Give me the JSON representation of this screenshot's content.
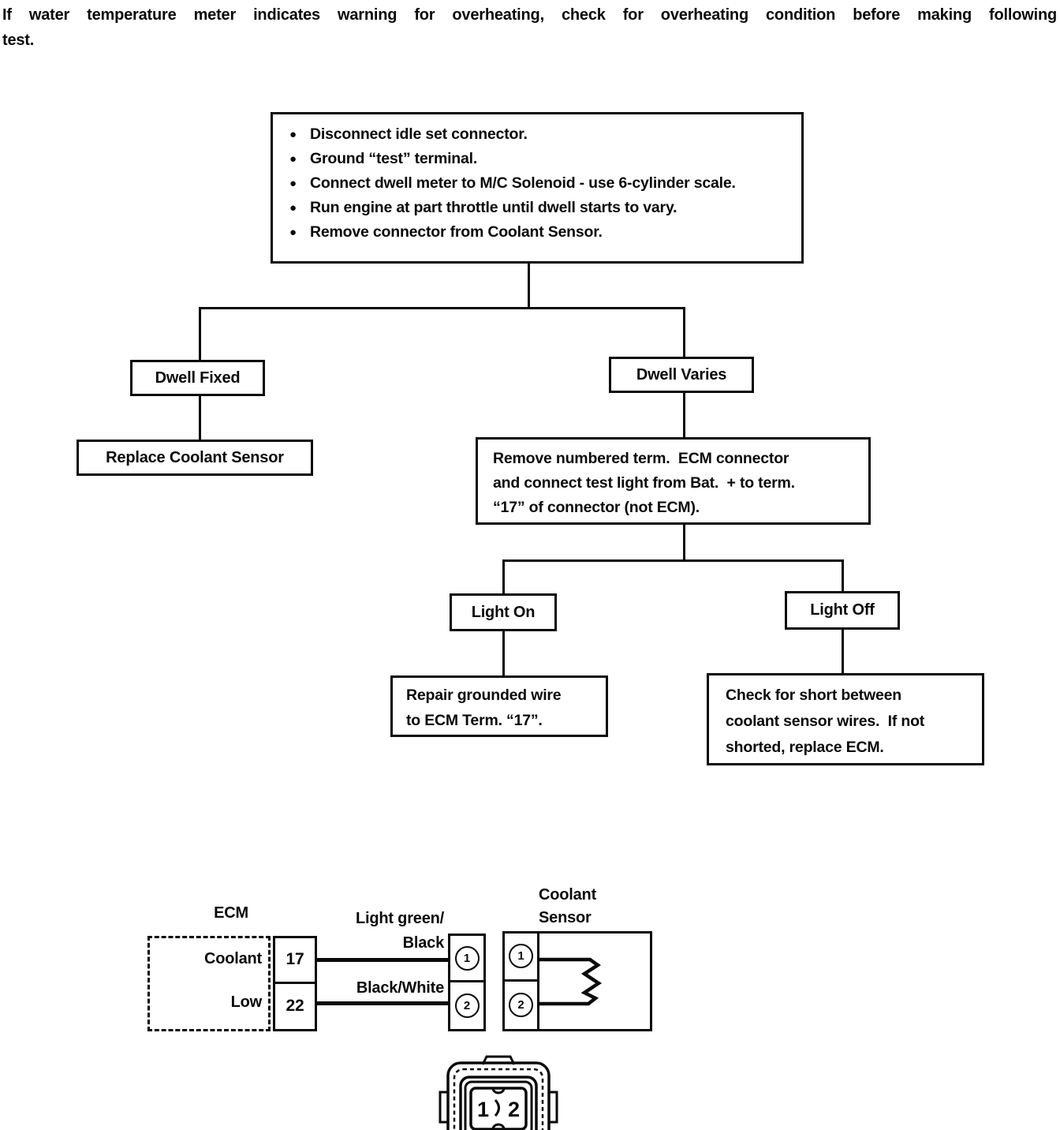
{
  "intro": {
    "line1": "If water temperature meter indicates warning for overheating, check for overheating condition before making following",
    "line2": "test."
  },
  "flowchart": {
    "bullet_icon": "●",
    "procedure_steps": [
      "Disconnect idle set connector.",
      "Ground “test” terminal.",
      "Connect dwell meter to M/C Solenoid - use 6-cylinder scale.",
      "Run engine at part throttle until dwell starts to vary.",
      "Remove connector from Coolant Sensor."
    ],
    "dwell_fixed": "Dwell Fixed",
    "dwell_varies": "Dwell Varies",
    "replace_sensor": "Replace Coolant Sensor",
    "remove_term_lines": [
      "Remove numbered term.  ECM connector",
      "and connect test light from Bat.  + to term.",
      "“17” of connector (not ECM)."
    ],
    "light_on": "Light On",
    "light_off": "Light Off",
    "repair_lines": [
      "Repair grounded wire",
      "to ECM Term. “17”."
    ],
    "check_lines": [
      "Check for short between",
      "coolant sensor wires.  If not",
      "shorted, replace ECM."
    ]
  },
  "wiring": {
    "ecm_label": "ECM",
    "sensor_label_lines": [
      "Coolant",
      "Sensor"
    ],
    "pin_coolant": "Coolant",
    "pin_low": "Low",
    "terminal_17": "17",
    "terminal_22": "22",
    "wire1_color_lines": [
      "Light green/",
      "Black"
    ],
    "wire2_color": "Black/White",
    "pin1": "1",
    "pin2": "2",
    "face_pin1": "1",
    "face_pin2": "2",
    "ink_color": "#0a0a0a"
  }
}
